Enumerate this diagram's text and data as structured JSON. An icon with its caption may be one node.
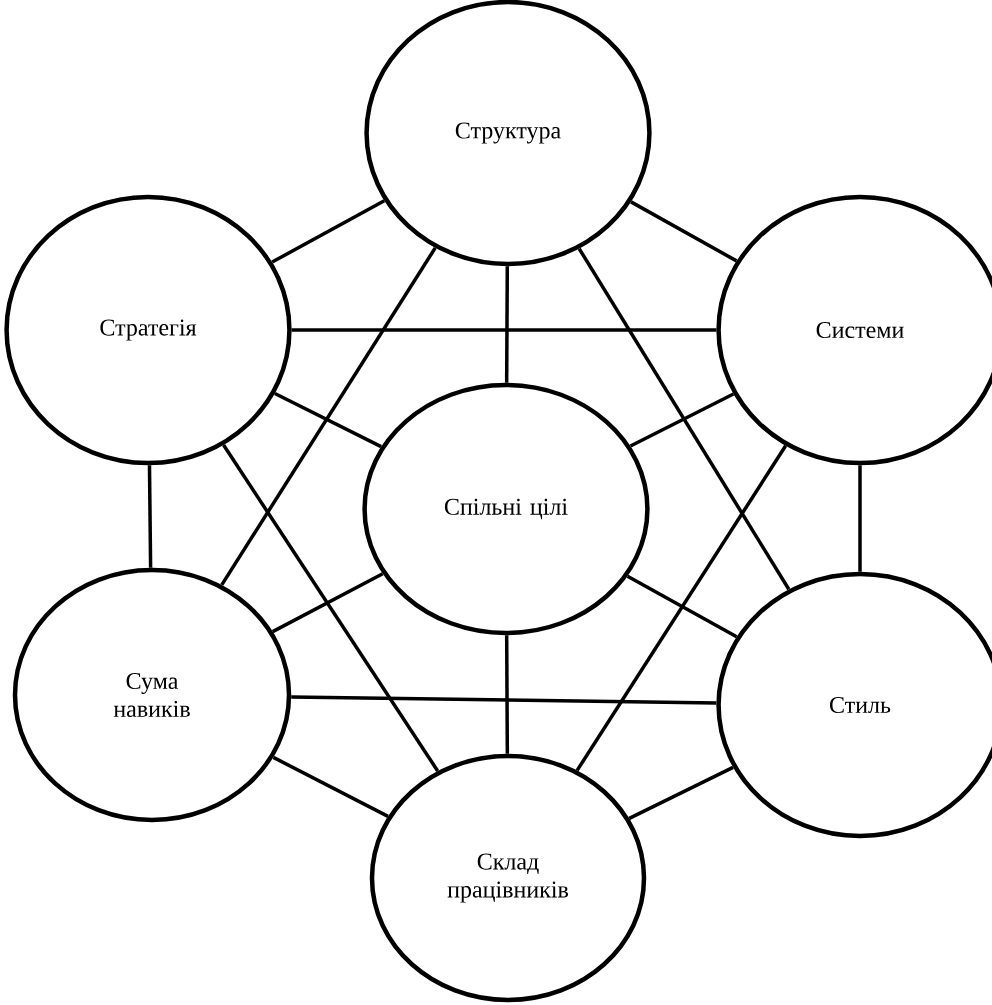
{
  "diagram": {
    "nodes": [
      {
        "text": [
          "Структура"
        ]
      },
      {
        "text": [
          "Стратегія"
        ]
      },
      {
        "text": [
          "Системи"
        ]
      },
      {
        "text": [
          "Спільні цілі"
        ]
      },
      {
        "text": [
          "Сума навиків"
        ]
      },
      {
        "text": [
          "Стиль"
        ]
      },
      {
        "text": [
          "Склад працівників"
        ]
      }
    ],
    "edges": [
      {
        "from": 0,
        "to": 1,
        "arrow": "none"
      },
      {
        "from": 0,
        "to": 2,
        "arrow": "none"
      },
      {
        "from": 0,
        "to": 3,
        "arrow": "none"
      },
      {
        "from": 0,
        "to": 4,
        "arrow": "none"
      },
      {
        "from": 0,
        "to": 5,
        "arrow": "none"
      },
      {
        "from": 1,
        "to": 2,
        "arrow": "none"
      },
      {
        "from": 1,
        "to": 3,
        "arrow": "none"
      },
      {
        "from": 1,
        "to": 4,
        "arrow": "none"
      },
      {
        "from": 1,
        "to": 6,
        "arrow": "none"
      },
      {
        "from": 2,
        "to": 3,
        "arrow": "none"
      },
      {
        "from": 2,
        "to": 5,
        "arrow": "none"
      },
      {
        "from": 2,
        "to": 6,
        "arrow": "none"
      },
      {
        "from": 3,
        "to": 4,
        "arrow": "none"
      },
      {
        "from": 3,
        "to": 5,
        "arrow": "none"
      },
      {
        "from": 3,
        "to": 6,
        "arrow": "none"
      },
      {
        "from": 4,
        "to": 5,
        "arrow": "none"
      },
      {
        "from": 4,
        "to": 6,
        "arrow": "none"
      },
      {
        "from": 5,
        "to": 6,
        "arrow": "none"
      }
    ]
  }
}
